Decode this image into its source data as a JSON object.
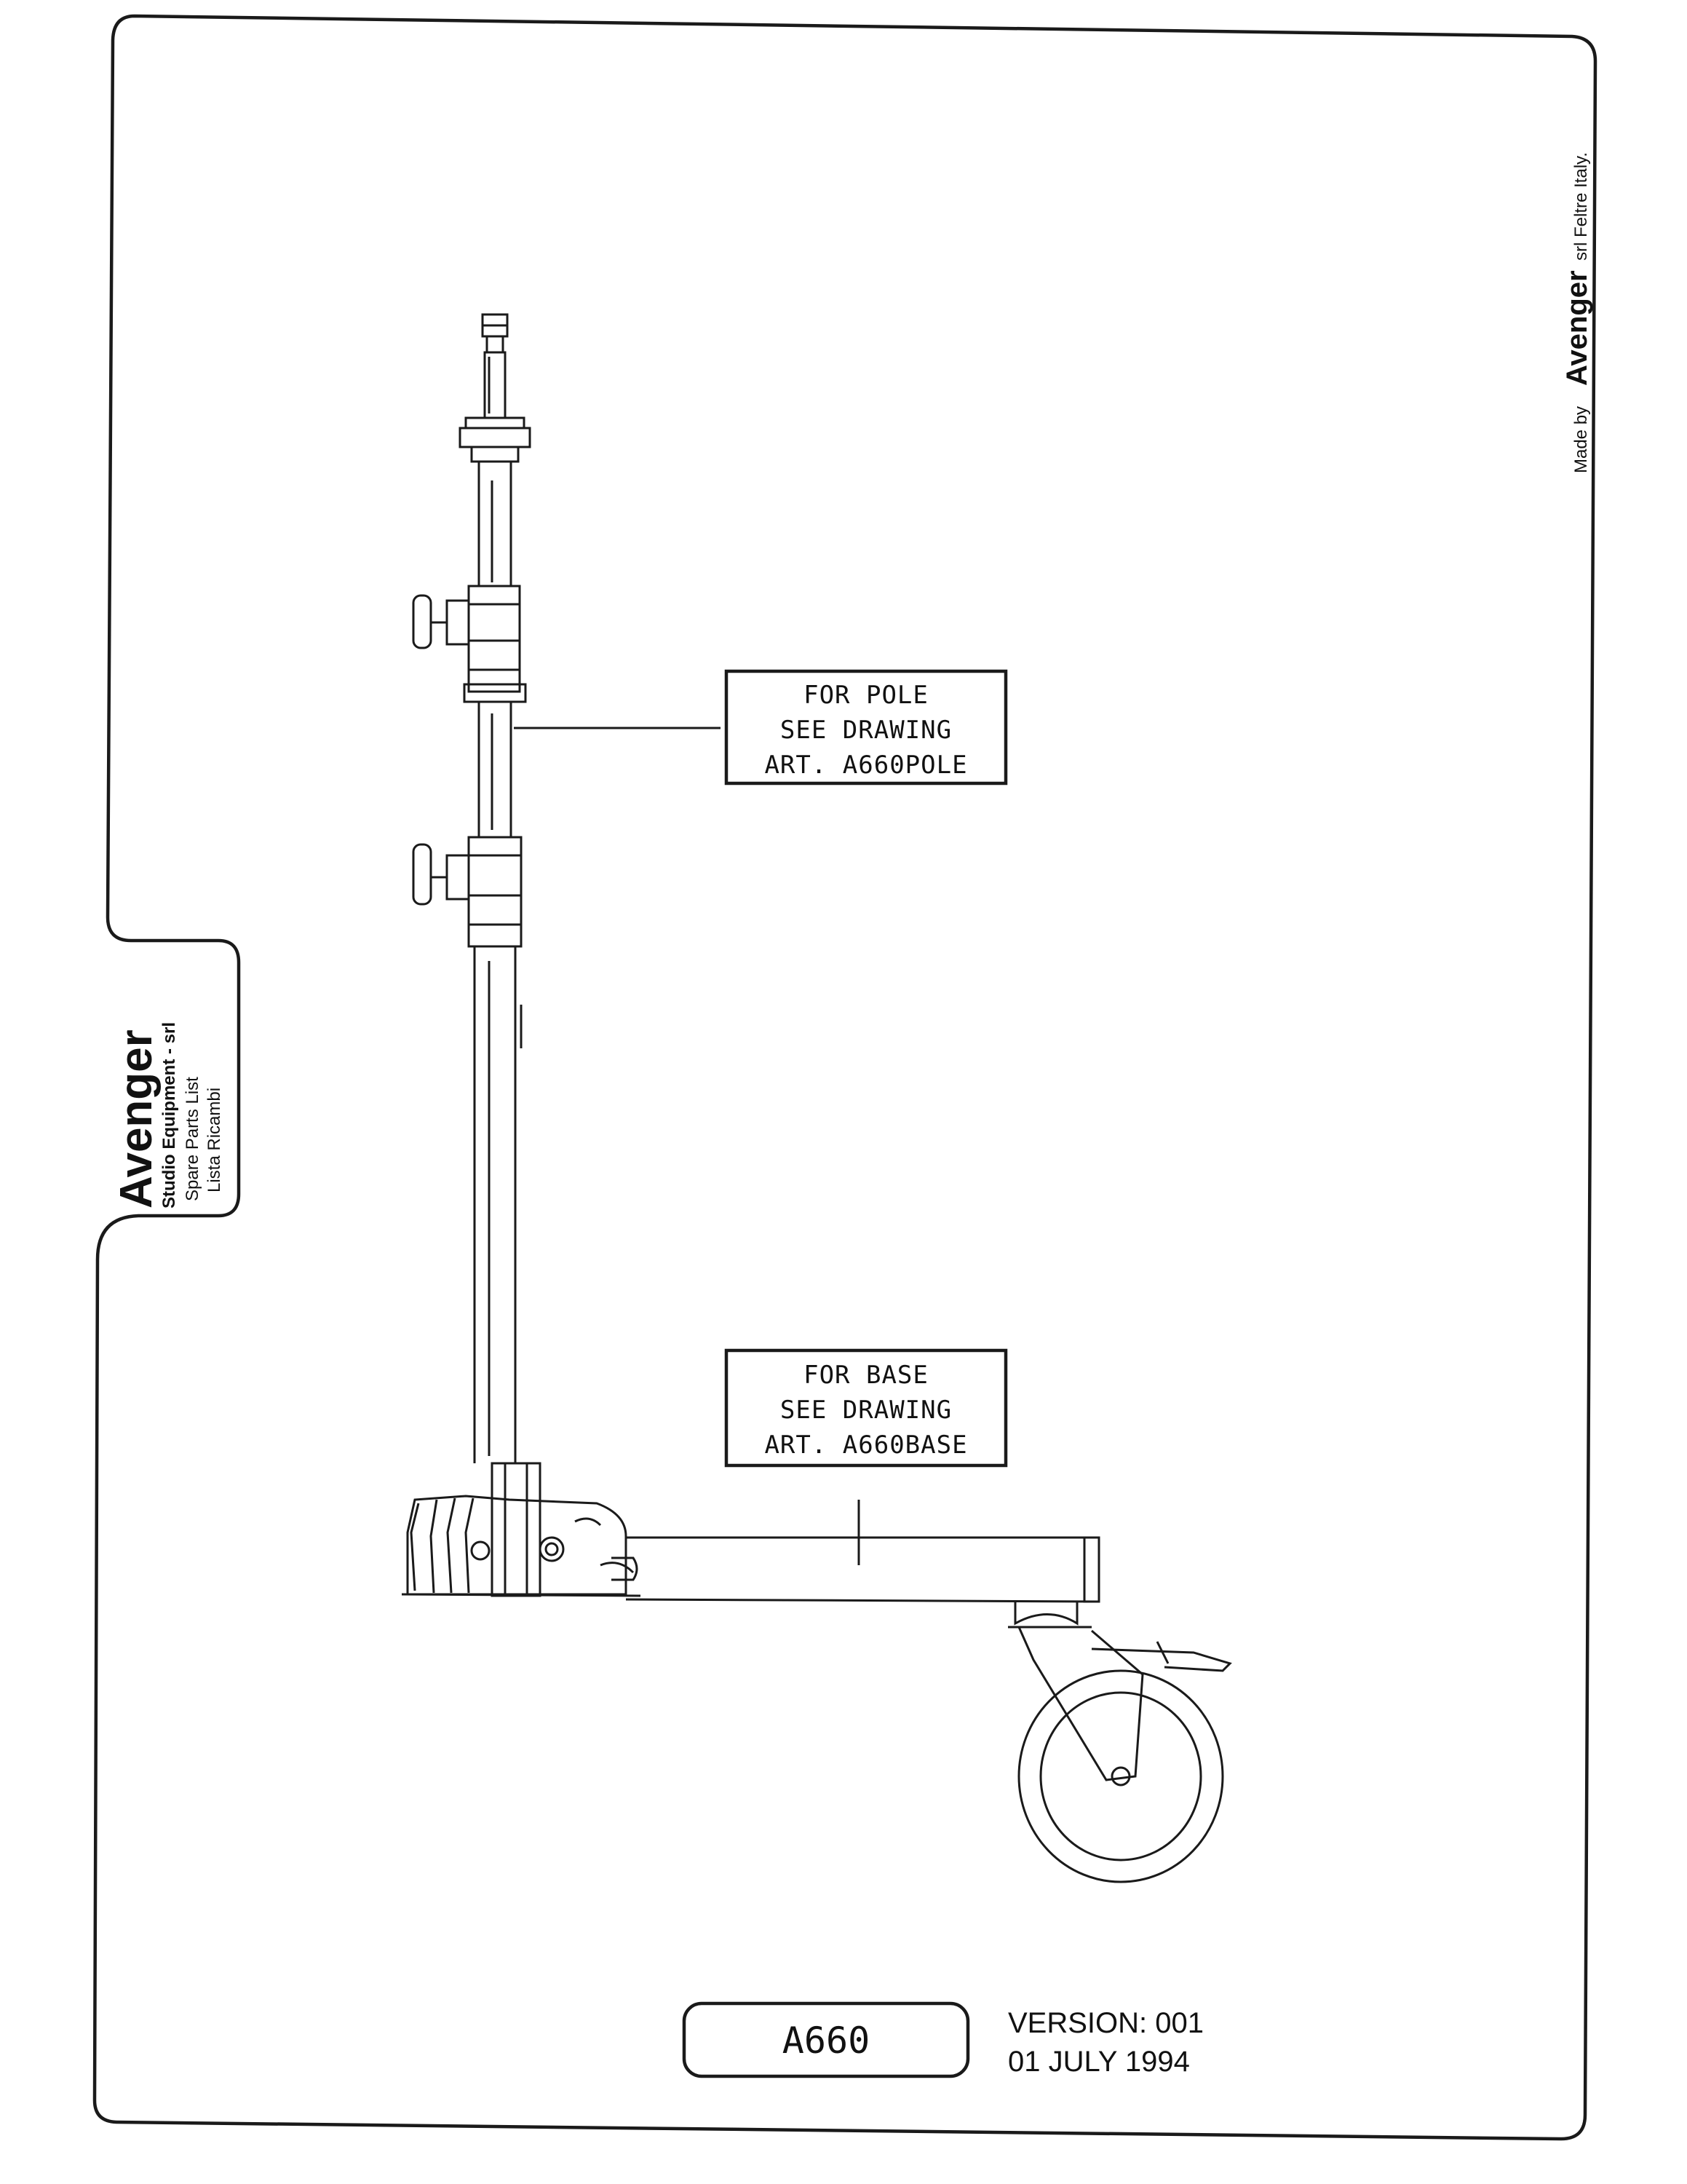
{
  "sheet": {
    "made_by_prefix": "Made by",
    "made_by_brand": "Avenger",
    "made_by_suffix": "srl Feltre Italy."
  },
  "side_tab": {
    "brand": "Avenger",
    "line1": "Studio Equipment - srl",
    "line2": "Spare Parts List",
    "line3": "Lista Ricambi"
  },
  "callouts": {
    "pole": {
      "line1": "FOR POLE",
      "line2": "SEE DRAWING",
      "line3": "ART. A660POLE"
    },
    "base": {
      "line1": "FOR BASE",
      "line2": "SEE DRAWING",
      "line3": "ART. A660BASE"
    }
  },
  "footer": {
    "model": "A660",
    "version": "VERSION: 001",
    "date": "01 JULY 1994"
  }
}
